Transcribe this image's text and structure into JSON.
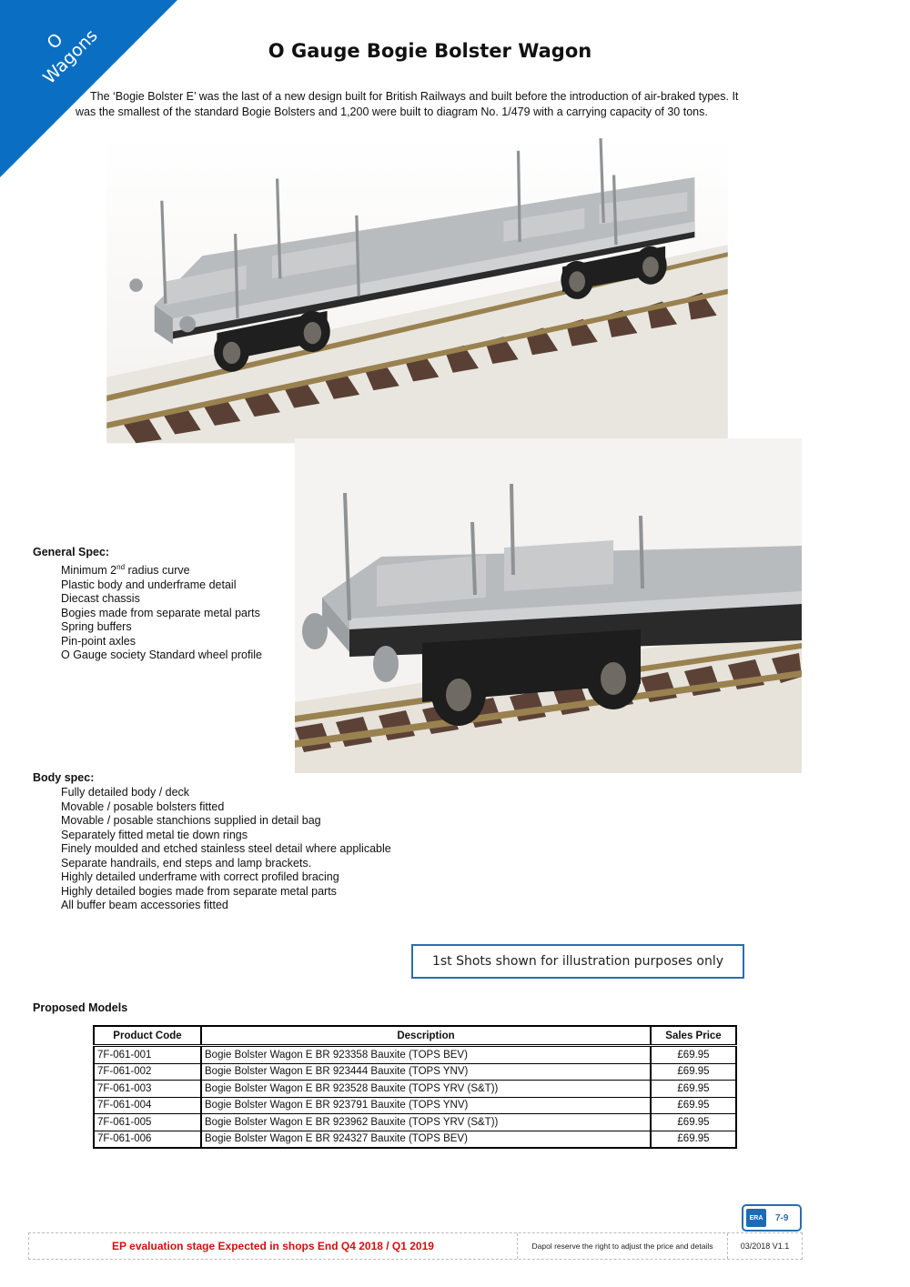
{
  "corner": {
    "line1": "O",
    "line2": "Wagons",
    "color": "#0a6fc2"
  },
  "title": "O Gauge Bogie Bolster Wagon",
  "intro": {
    "line1": "The ‘Bogie Bolster E’ was the last of a new design built for British Railways and built before the introduction of air-braked types. It",
    "line2": "was the smallest of the standard Bogie Bolsters and 1,200 were built to diagram No. 1/479 with a carrying capacity of 30 tons."
  },
  "general_spec": {
    "title": "General Spec:",
    "curve_pre": "Minimum 2",
    "curve_sup": "nd",
    "curve_post": " radius curve",
    "items": [
      "Plastic body and underframe detail",
      "Diecast chassis",
      "Bogies made from separate metal parts",
      "Spring buffers",
      "Pin-point axles",
      "O Gauge society Standard wheel profile"
    ]
  },
  "body_spec": {
    "title": "Body spec:",
    "items": [
      "Fully detailed body / deck",
      "Movable / posable bolsters fitted",
      "Movable / posable stanchions supplied in detail bag",
      "Separately fitted metal tie down rings",
      "Finely moulded and etched stainless steel detail where applicable",
      "Separate handrails, end steps and lamp brackets.",
      "Highly detailed underframe with correct profiled bracing",
      "Highly detailed bogies made from separate metal parts",
      "All buffer beam accessories fitted"
    ]
  },
  "notice": "1st Shots shown for illustration purposes only",
  "proposed_models": {
    "title": "Proposed Models",
    "headers": [
      "Product Code",
      "Description",
      "Sales Price"
    ],
    "rows": [
      [
        "7F-061-001",
        "Bogie Bolster Wagon E BR 923358 Bauxite (TOPS BEV)",
        "£69.95"
      ],
      [
        "7F-061-002",
        "Bogie Bolster Wagon E BR 923444 Bauxite (TOPS YNV)",
        "£69.95"
      ],
      [
        "7F-061-003",
        "Bogie Bolster Wagon E BR 923528 Bauxite (TOPS YRV (S&T))",
        "£69.95"
      ],
      [
        "7F-061-004",
        "Bogie Bolster Wagon E BR 923791 Bauxite (TOPS YNV)",
        "£69.95"
      ],
      [
        "7F-061-005",
        "Bogie Bolster Wagon E BR 923962 Bauxite (TOPS YRV (S&T))",
        "£69.95"
      ],
      [
        "7F-061-006",
        "Bogie Bolster Wagon E BR 924327 Bauxite (TOPS BEV)",
        "£69.95"
      ]
    ]
  },
  "badge": {
    "logo": "ERA",
    "page": "7-9"
  },
  "footer": {
    "status": "EP evaluation stage  Expected in shops End Q4 2018 / Q1 2019",
    "note": "Dapol reserve the right to adjust the price and details",
    "version": "03/2018 V1.1"
  }
}
